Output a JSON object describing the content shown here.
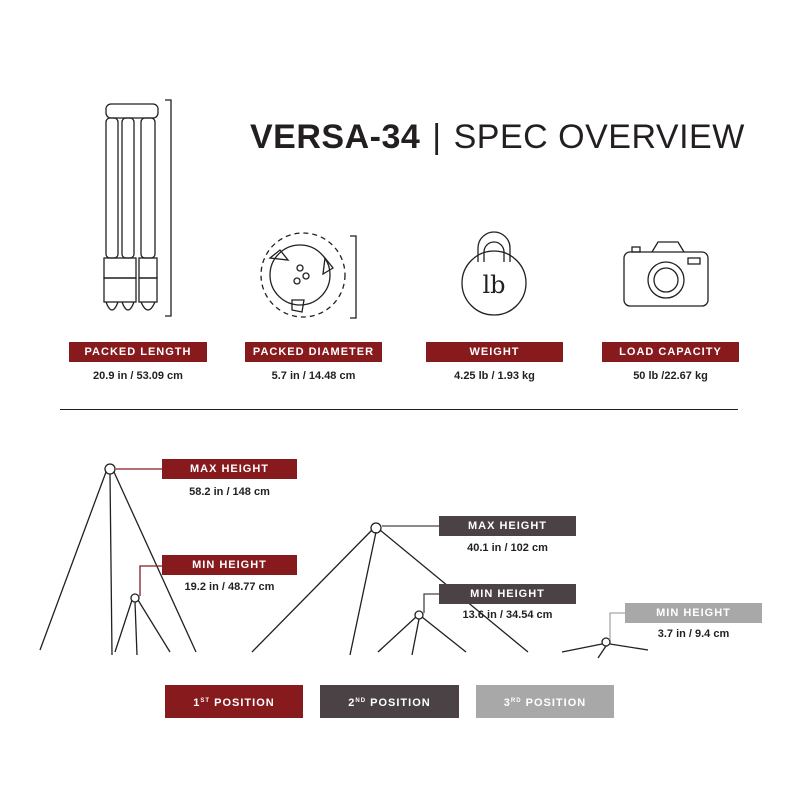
{
  "title": {
    "model": "VERSA-34",
    "separator": "|",
    "subtitle": "SPEC OVERVIEW"
  },
  "specs": [
    {
      "label": "PACKED LENGTH",
      "value": "20.9 in / 53.09 cm",
      "icon": "folded-tripod-icon"
    },
    {
      "label": "PACKED DIAMETER",
      "value": "5.7 in / 14.48 cm",
      "icon": "tripod-top-view-icon"
    },
    {
      "label": "WEIGHT",
      "value": "4.25 lb / 1.93 kg",
      "icon": "kettlebell-icon",
      "icon_text": "lb"
    },
    {
      "label": "LOAD CAPACITY",
      "value": "50 lb /22.67 kg",
      "icon": "camera-icon"
    }
  ],
  "positions": {
    "first": {
      "max_label": "MAX HEIGHT",
      "max_value": "58.2 in / 148 cm",
      "min_label": "MIN HEIGHT",
      "min_value": "19.2 in / 48.77 cm"
    },
    "second": {
      "max_label": "MAX HEIGHT",
      "max_value": "40.1 in / 102 cm",
      "min_label": "MIN HEIGHT",
      "min_value": "13.6 in / 34.54 cm"
    },
    "third": {
      "min_label": "MIN HEIGHT",
      "min_value": "3.7 in / 9.4 cm"
    }
  },
  "buttons": [
    {
      "num": "1",
      "suffix": "ST",
      "label": "POSITION"
    },
    {
      "num": "2",
      "suffix": "ND",
      "label": "POSITION"
    },
    {
      "num": "3",
      "suffix": "RD",
      "label": "POSITION"
    }
  ],
  "colors": {
    "red": "#861a1d",
    "dark": "#4a4244",
    "gray": "#a8a8a8"
  }
}
